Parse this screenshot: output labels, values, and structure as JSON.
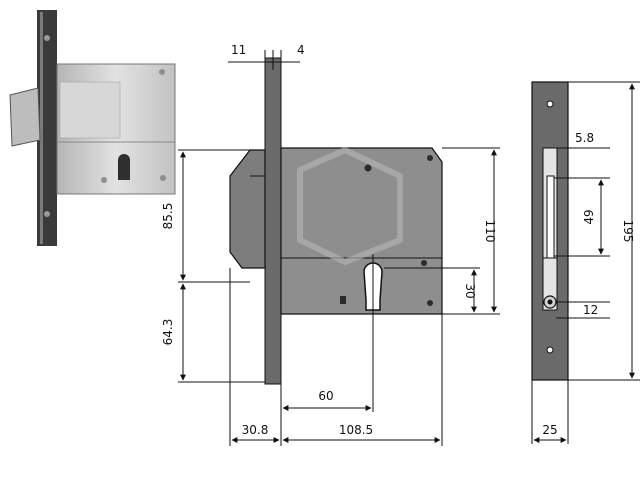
{
  "colors": {
    "line": "#111111",
    "lock_body": "#8e8e8e",
    "lock_body_dark": "#6f6f6f",
    "faceplate": "#6a6a6a",
    "photo_case": "#c9c9c9",
    "photo_faceplate": "#3a3a3a",
    "background": "#ffffff"
  },
  "dimensions": {
    "top_left": "11",
    "top_right": "4",
    "upper_height": "85.5",
    "lower_height": "64.3",
    "body_height": "110",
    "cylinder_height": "30",
    "cylinder_offset": "60",
    "faceplate_offset": "30.8",
    "body_width": "108.5",
    "strike_offset": "5.8",
    "strike_height": "49",
    "faceplate_height": "195",
    "hole_offset": "12",
    "faceplate_width": "25"
  }
}
